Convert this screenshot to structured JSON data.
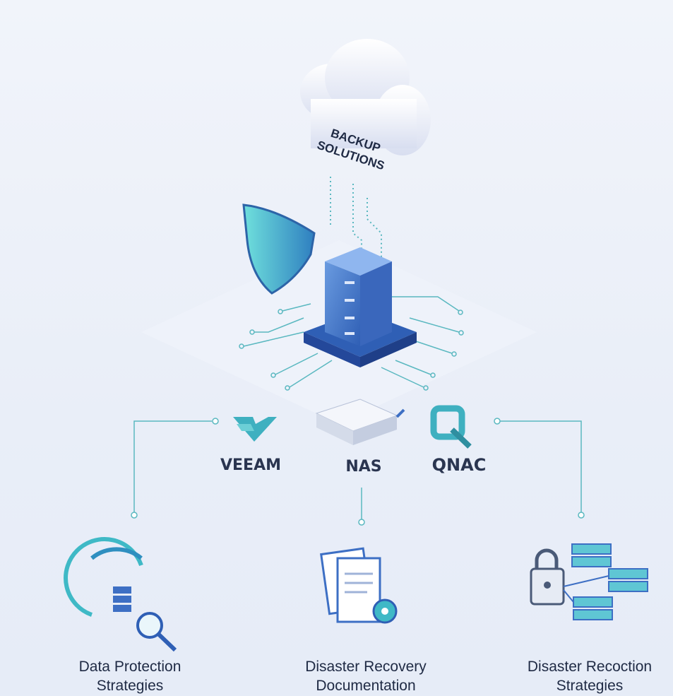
{
  "cloud": {
    "line1": "BACKUP",
    "line2": "SOLUTIONS"
  },
  "tools": [
    {
      "label": "VEEAM"
    },
    {
      "label": "NAS"
    },
    {
      "label": "QNAC"
    }
  ],
  "categories": [
    {
      "line1": "Data Protection",
      "line2": "Strategies"
    },
    {
      "line1": "Disaster Recovery",
      "line2": "Documentation"
    },
    {
      "line1": "Disaster Recoction",
      "line2": "Strategies"
    }
  ],
  "colors": {
    "teal": "#3fb9c6",
    "blue": "#3d6fc4",
    "line": "#5ab8c0",
    "text": "#1f2a44"
  }
}
